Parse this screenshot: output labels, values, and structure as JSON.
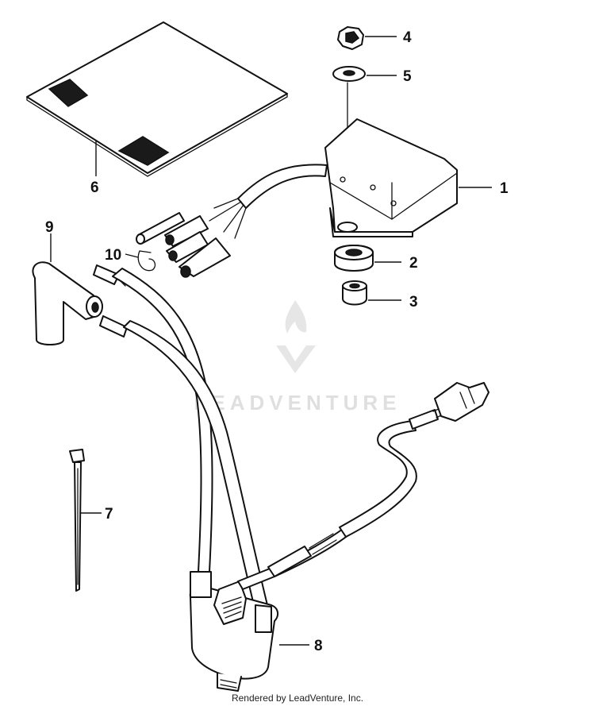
{
  "callouts": [
    {
      "id": "1",
      "label": "1"
    },
    {
      "id": "2",
      "label": "2"
    },
    {
      "id": "3",
      "label": "3"
    },
    {
      "id": "4",
      "label": "4"
    },
    {
      "id": "5",
      "label": "5"
    },
    {
      "id": "6",
      "label": "6"
    },
    {
      "id": "7",
      "label": "7"
    },
    {
      "id": "8",
      "label": "8"
    },
    {
      "id": "9",
      "label": "9"
    },
    {
      "id": "10",
      "label": "10"
    }
  ],
  "watermark": {
    "text": "LEADVENTURE"
  },
  "footer": {
    "text": "Rendered by LeadVenture, Inc."
  }
}
